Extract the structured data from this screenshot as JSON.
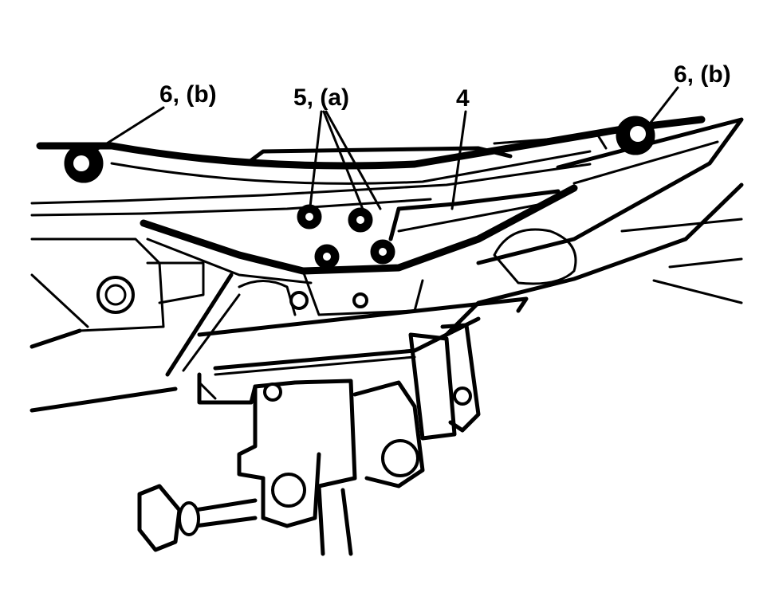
{
  "callouts": [
    {
      "id": "bolt-left-label",
      "text": "6, (b)"
    },
    {
      "id": "bolts-center-label",
      "text": "5, (a)"
    },
    {
      "id": "bracket-label",
      "text": "4"
    },
    {
      "id": "bolt-right-label",
      "text": "6, (b)"
    }
  ],
  "colors": {
    "ink": "#000000",
    "paper": "#ffffff"
  }
}
